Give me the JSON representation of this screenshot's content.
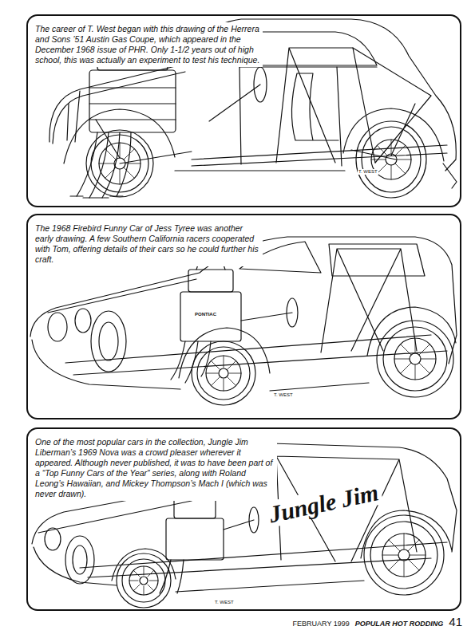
{
  "diagram": {
    "nodes": [
      {
        "text": [
          "The career of T. West began with this drawing of the Herrera and Sons ’51 Austin Gas Coupe, which appeared in the December 1968 issue of PHR. Only 1-1/2 years out of high school, this was actually an experiment to test his technique."
        ]
      },
      {
        "text": [
          "The 1968 Firebird Funny Car of Jess Tyree was another early drawing. A few Southern California racers cooperated with Tom, offering details of their cars so he could further his craft."
        ]
      },
      {
        "text": [
          "One of the most popular cars in the collection, Jungle Jim Liberman’s 1969 Nova was a crowd pleaser wherever it appeared. Although never published, it was to have been part of a “Top Funny Cars of the Year” series, along with Roland Leong’s Hawaiian, and Mickey Thompson’s Mach I (which was never drawn)."
        ]
      }
    ],
    "edges": [],
    "labels": [
      "T. WEST",
      "PONTIAC",
      "T. WEST",
      "Jungle Jim",
      "T. WEST",
      "FEBRUARY 1999",
      "POPULAR HOT RODDING",
      "41"
    ]
  }
}
